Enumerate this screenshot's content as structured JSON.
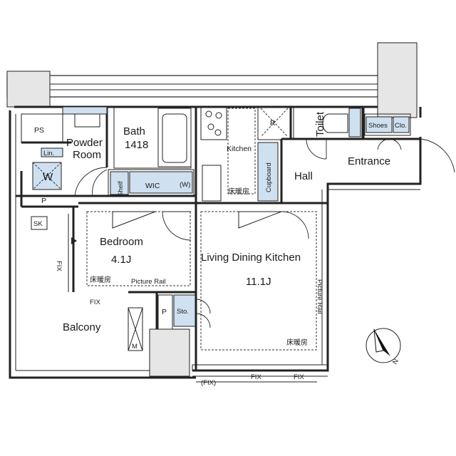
{
  "rooms": {
    "powder_room": [
      "Powder",
      "Room"
    ],
    "bath": [
      "Bath",
      "1418"
    ],
    "kitchen": "Kitchen",
    "toilet": "Toilet",
    "entrance": "Entrance",
    "hall": "Hall",
    "wic": "WIC",
    "wic_w": "(W)",
    "shelf": "Shelf",
    "cupboard": "Cupboard",
    "bedroom": "Bedroom",
    "bedroom_size": "4.1J",
    "ldk": "Living Dining Kitchen",
    "ldk_size": "11.1J",
    "balcony": "Balcony",
    "sto": "Sto.",
    "shoes": "Shoes",
    "clo": "Clo.",
    "ps": "PS",
    "sk": "SK",
    "lin": "Lin.",
    "w": "W",
    "r": "R",
    "m": "M",
    "p_left": "P",
    "p_center": "P"
  },
  "annotations": {
    "floor_heating_kitchen": "床暖房",
    "floor_heating_bedroom": "床暖房",
    "floor_heating_ldk": "床暖房",
    "picture_rail_bedroom": "Picture Rail",
    "picture_rail_ldk": "Picture Rail",
    "fix_left": "FIX",
    "fix_bed_bottom": "FIX",
    "fix_bottom_1": "FIX",
    "fix_bottom_2": "FIX",
    "fix_bottom_paren": "(FIX)"
  },
  "compass": {
    "label": "N"
  },
  "colors": {
    "fixture_fill": "#cfe0f0",
    "line": "#222222",
    "pillar": "#e6e6e6"
  }
}
